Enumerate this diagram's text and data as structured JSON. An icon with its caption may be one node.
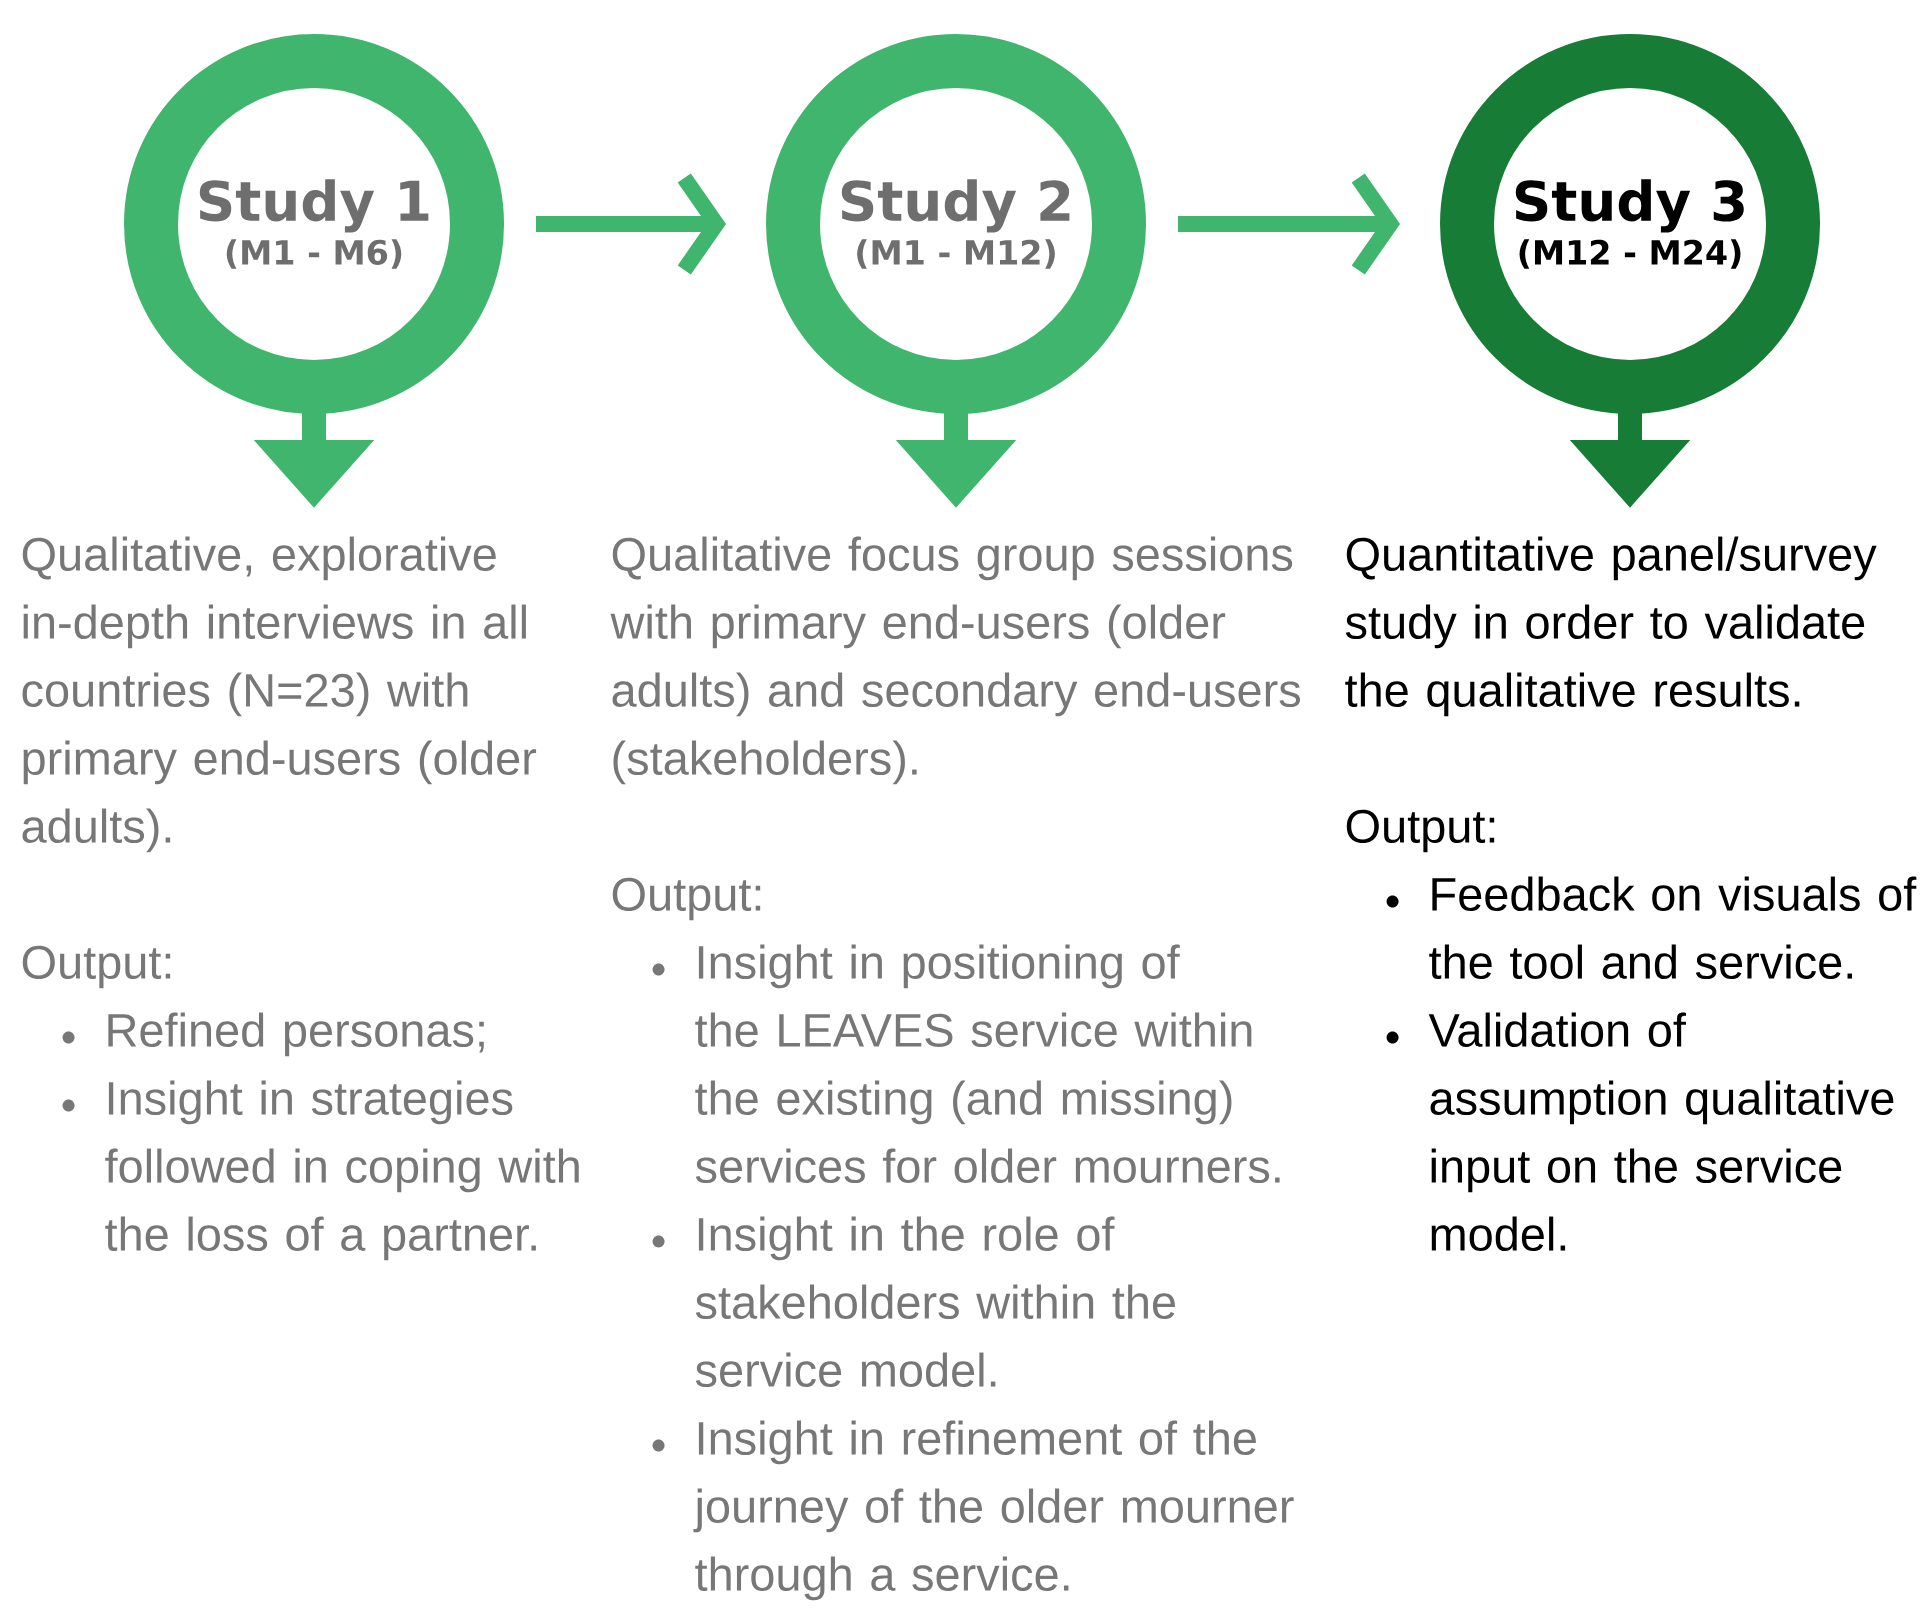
{
  "diagram": {
    "nodes": [
      {
        "text": [
          "Study 1",
          "(M1 - M6)"
        ]
      },
      {
        "text": [
          "Study 2",
          "(M1 - M12)"
        ]
      },
      {
        "text": [
          "Study 3",
          "(M12 - M24)"
        ]
      },
      {
        "text": [
          "Qualitative, explorative in-depth interviews in all countries (N=23) with primary end-users (older adults).",
          "Output:",
          "Refined personas;",
          "Insight in strategies followed in coping with the loss of a partner."
        ]
      },
      {
        "text": [
          "Qualitative focus group sessions with primary end-users (older adults) and secondary end-users (stakeholders).",
          "Output:",
          "Insight in positioning of the LEAVES service within the existing (and missing) services for older mourners.",
          "Insight in the role of stakeholders within the service model.",
          "Insight in refinement of the journey of the older mourner through a service."
        ]
      },
      {
        "text": [
          "Quantitative panel/survey study in order to validate the qualitative results.",
          "Output:",
          "Feedback on visuals of the tool and service.",
          "Validation of assumption qualitative input on the service model."
        ]
      }
    ],
    "edges": [
      {
        "from": 0,
        "to": 1,
        "arrow": "to"
      },
      {
        "from": 1,
        "to": 2,
        "arrow": "to"
      },
      {
        "from": 0,
        "to": 3,
        "arrow": "to"
      },
      {
        "from": 1,
        "to": 4,
        "arrow": "to"
      },
      {
        "from": 2,
        "to": 5,
        "arrow": "to",
        "color": "#177c35"
      }
    ]
  }
}
